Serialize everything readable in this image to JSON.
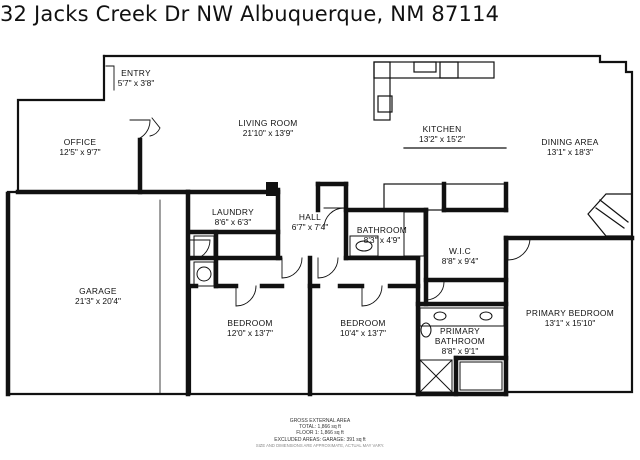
{
  "address": "32 Jacks Creek Dr NW Albuquerque, NM 87114",
  "rooms": {
    "entry": {
      "name": "ENTRY",
      "dims": "5'7\" x 3'8\""
    },
    "office": {
      "name": "OFFICE",
      "dims": "12'5\" x 9'7\""
    },
    "living": {
      "name": "LIVING ROOM",
      "dims": "21'10\" x 13'9\""
    },
    "kitchen": {
      "name": "KITCHEN",
      "dims": "13'2\" x 15'2\""
    },
    "dining": {
      "name": "DINING AREA",
      "dims": "13'1\" x 18'3\""
    },
    "laundry": {
      "name": "LAUNDRY",
      "dims": "8'6\" x 6'3\""
    },
    "hall": {
      "name": "HALL",
      "dims": "6'7\" x 7'4\""
    },
    "bathroom": {
      "name": "BATHROOM",
      "dims": "8'3\" x 4'9\""
    },
    "wic": {
      "name": "W.I.C",
      "dims": "8'8\" x 9'4\""
    },
    "garage": {
      "name": "GARAGE",
      "dims": "21'3\" x 20'4\""
    },
    "bedroom1": {
      "name": "BEDROOM",
      "dims": "12'0\" x 13'7\""
    },
    "bedroom2": {
      "name": "BEDROOM",
      "dims": "10'4\" x 13'7\""
    },
    "primary_bedroom": {
      "name": "PRIMARY BEDROOM",
      "dims": "13'1\" x 15'10\""
    },
    "primary_bath": {
      "name": "PRIMARY BATHROOM",
      "name_line1": "PRIMARY",
      "name_line2": "BATHROOM",
      "dims": "8'8\" x 9'1\""
    }
  },
  "footer": {
    "line1": "GROSS EXTERNAL AREA",
    "line2": "TOTAL: 1,866 sq ft",
    "line3": "FLOOR 1: 1,866 sq ft",
    "line4": "EXCLUDED AREAS: GARAGE: 391 sq ft",
    "line5": "SIZE AND DIMENSIONS ARE APPROXIMATE, ACTUAL MAY VARY."
  }
}
